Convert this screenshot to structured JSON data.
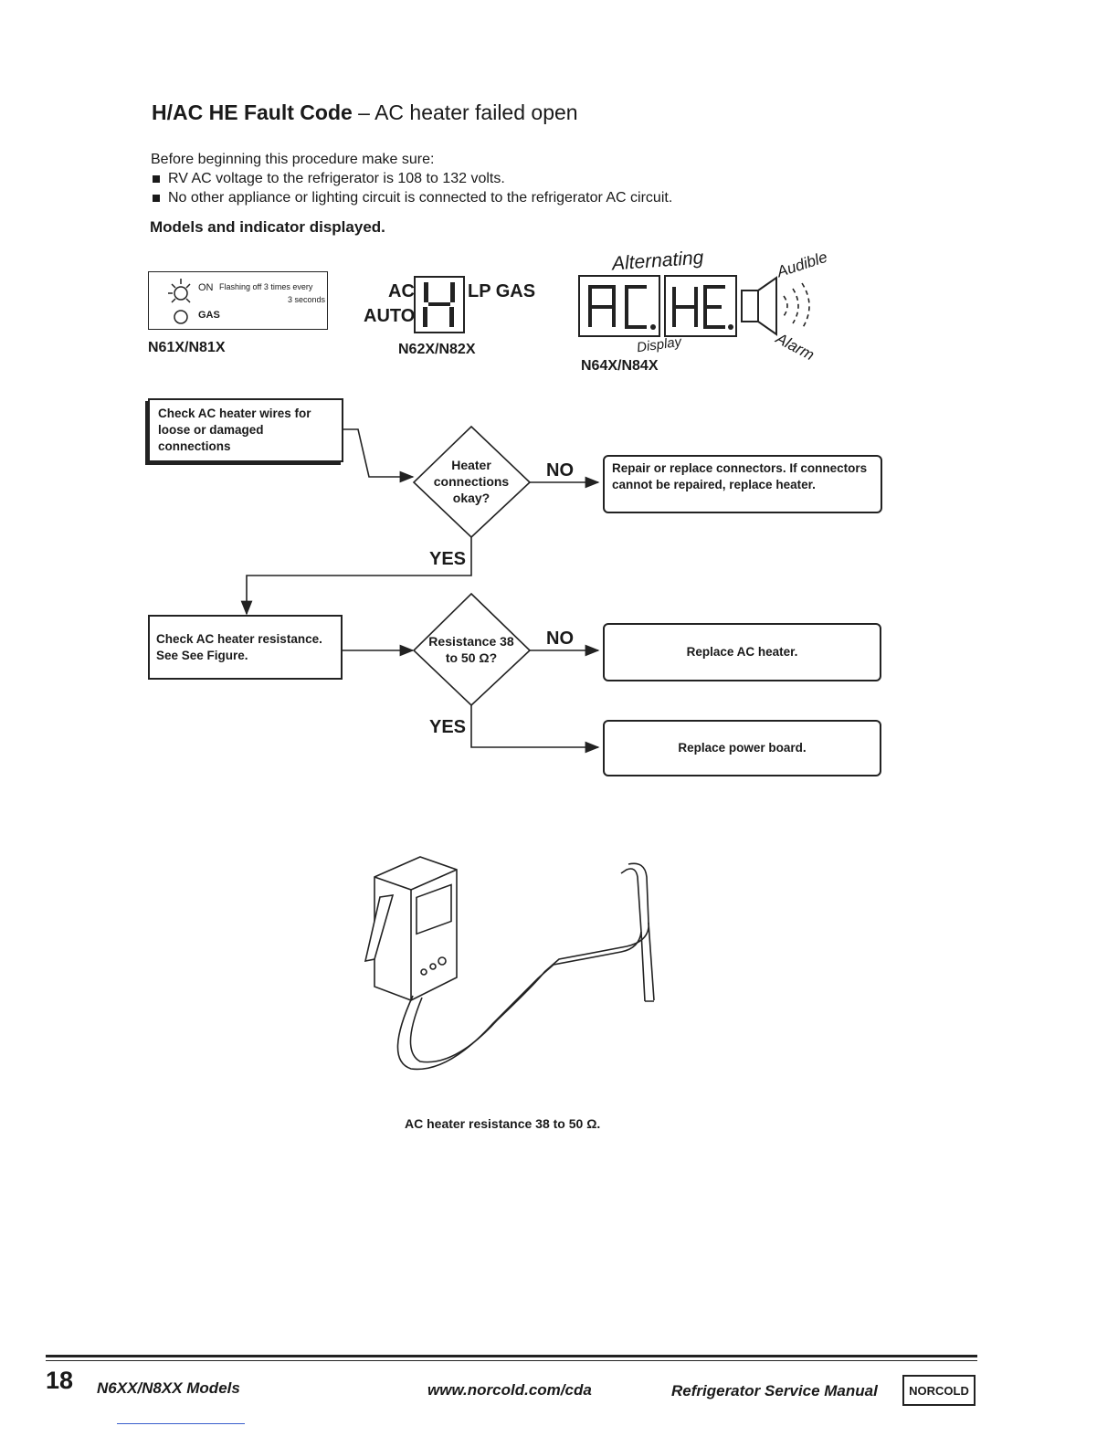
{
  "title": {
    "bold": "H/AC HE Fault Code",
    "rest": " – AC heater failed open"
  },
  "intro": {
    "lead": "Before beginning this procedure make sure:",
    "bullets": [
      "RV AC voltage to the refrigerator is 108 to 132 volts.",
      "No other appliance or lighting circuit is connected to the refrigerator AC circuit."
    ]
  },
  "models_heading": "Models and indicator displayed.",
  "indicators": {
    "n61": {
      "on_label": "ON",
      "flash_label": "Flashing off 3  times every",
      "flash_seconds": "3 seconds",
      "gas_label": "GAS",
      "model": "N61X/N81X"
    },
    "n62": {
      "ac": "AC",
      "auto": "AUTO",
      "lp_gas": "LP GAS",
      "digit": "H",
      "model": "N62X/N82X"
    },
    "n64": {
      "alternating": "Alternating",
      "display_1": "AC.",
      "display_2": "HE.",
      "display_label": "Display",
      "audible": "Audible",
      "alarm": "Alarm",
      "model": "N64X/N84X"
    }
  },
  "flowchart": {
    "step1": "Check AC heater wires for loose or damaged connections",
    "decision1": "Heater connections okay?",
    "no1_label": "NO",
    "action1": "Repair or replace connectors. If connectors cannot be repaired, replace heater.",
    "yes1_label": "YES",
    "step2": "Check AC heater resistance. See See Figure.",
    "decision2": "Resistance 38 to 50 Ω?",
    "no2_label": "NO",
    "action2": "Replace AC heater.",
    "yes2_label": "YES",
    "action3": "Replace power board."
  },
  "figure_caption": "AC heater resistance 38 to 50 Ω.",
  "footer": {
    "page_number": "18",
    "models": "N6XX/N8XX Models",
    "url": "www.norcold.com/cda",
    "manual": "Refrigerator Service Manual",
    "logo_text": "NORCOLD"
  }
}
